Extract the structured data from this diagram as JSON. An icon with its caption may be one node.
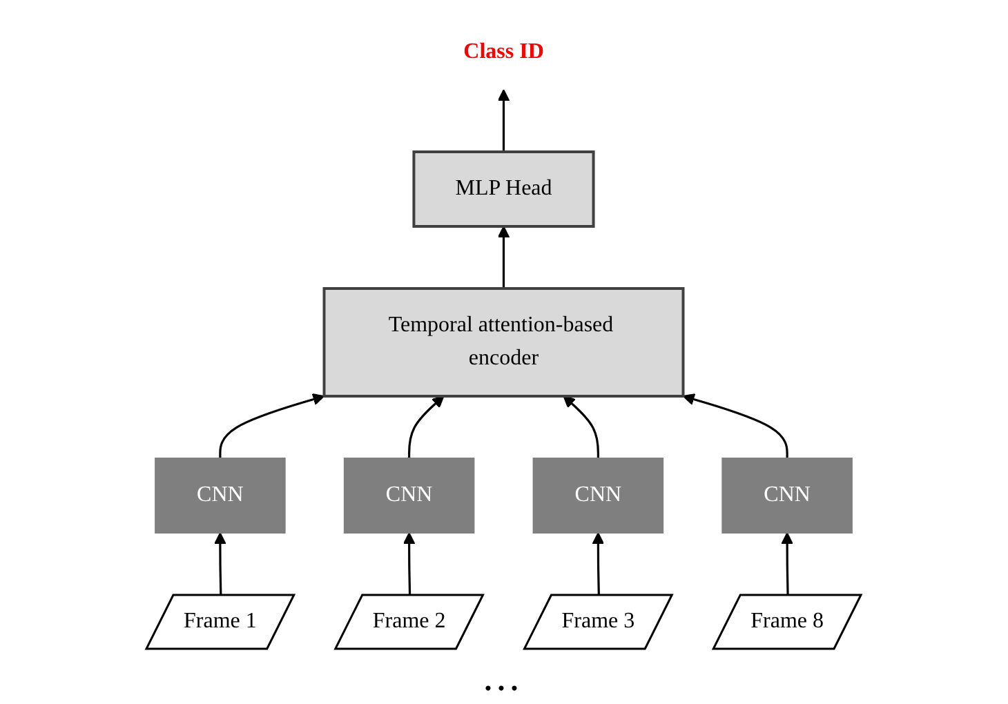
{
  "diagram": {
    "nodes": [
      {
        "text": [
          "MLP Head"
        ]
      },
      {
        "text": [
          "Class ID"
        ]
      },
      {
        "text": [
          "Temporal attention-based encoder"
        ]
      },
      {
        "text": [
          "CNN"
        ]
      },
      {
        "text": [
          "CNN"
        ]
      },
      {
        "text": [
          "CNN"
        ]
      },
      {
        "text": [
          "CNN"
        ]
      },
      {
        "text": [
          "Frame 1"
        ]
      },
      {
        "text": [
          "Frame 2"
        ]
      },
      {
        "text": [
          "Frame 3"
        ]
      },
      {
        "text": [
          "Frame 8"
        ]
      }
    ],
    "edges": [
      {
        "from": 0,
        "to": 1,
        "arrow": "to"
      },
      {
        "from": 2,
        "to": 0,
        "arrow": "to"
      },
      {
        "from": 3,
        "to": 2,
        "arrow": "to"
      },
      {
        "from": 4,
        "to": 2,
        "arrow": "to"
      },
      {
        "from": 5,
        "to": 2,
        "arrow": "to"
      },
      {
        "from": 6,
        "to": 2,
        "arrow": "to"
      },
      {
        "from": 7,
        "to": 3,
        "arrow": "to"
      },
      {
        "from": 8,
        "to": 4,
        "arrow": "to"
      },
      {
        "from": 9,
        "to": 5,
        "arrow": "to"
      },
      {
        "from": 10,
        "to": 6,
        "arrow": "to"
      }
    ],
    "labels": [
      "..."
    ]
  }
}
